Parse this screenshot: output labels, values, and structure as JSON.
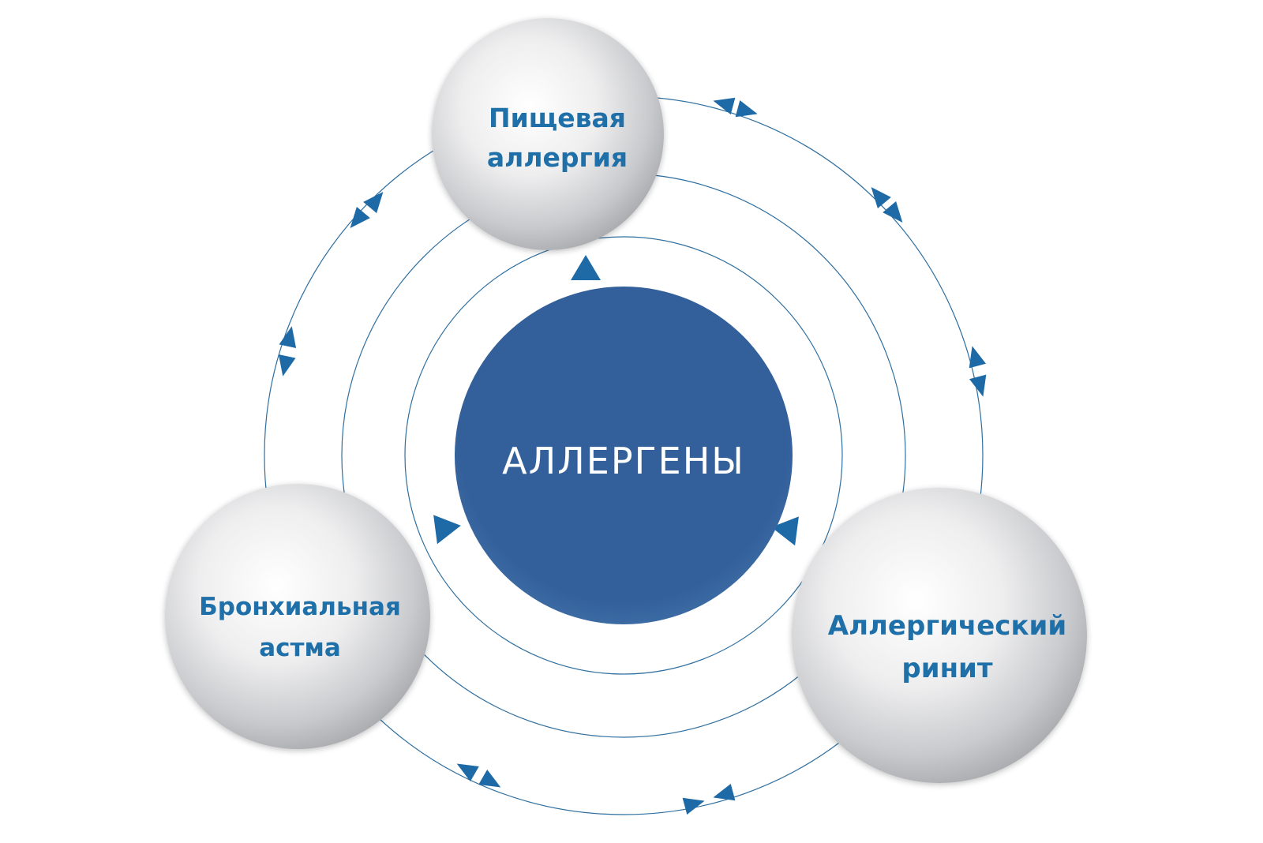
{
  "center": {
    "label": "АЛЛЕРГЕНЫ"
  },
  "nodes": {
    "food": {
      "line1": "Пищевая",
      "line2": "аллергия"
    },
    "asthma": {
      "line1": "Бронхиальная",
      "line2": "астма"
    },
    "rhinitis": {
      "line1": "Аллергический",
      "line2": "ринит"
    }
  },
  "colors": {
    "center_fill": "#33609a",
    "node_text": "#1f6fa8",
    "ring_stroke": "#2f6f9f",
    "arrow_fill": "#1d6aa6",
    "center_text": "#ffffff"
  }
}
